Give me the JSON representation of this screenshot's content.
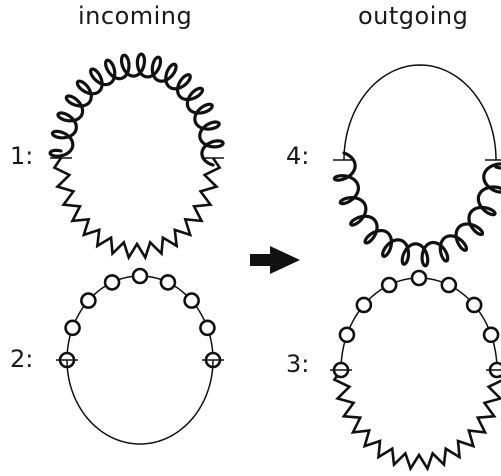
{
  "headers": {
    "incoming": "incoming",
    "outgoing": "outgoing"
  },
  "labels": {
    "d1": "1:",
    "d2": "2:",
    "d3": "3:",
    "d4": "4:"
  },
  "arrow_icon": "right-arrow"
}
